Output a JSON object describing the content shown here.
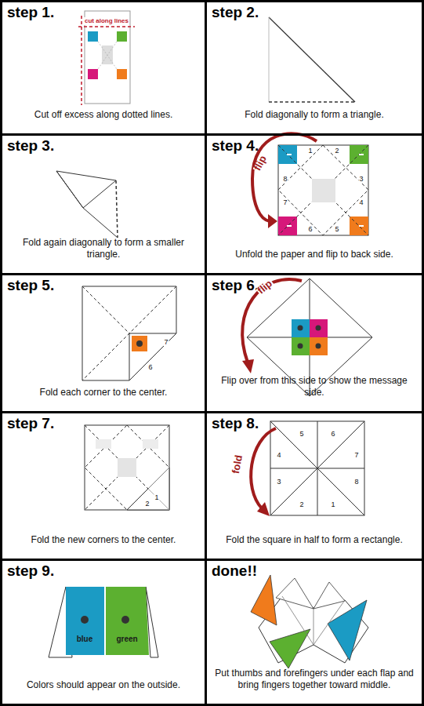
{
  "diagram": {
    "nodes": [
      {
        "text": [
          "step 1.",
          "Cut off excess along dotted lines."
        ]
      },
      {
        "text": [
          "step 2.",
          "Fold diagonally to form a triangle."
        ]
      },
      {
        "text": [
          "step 3.",
          "Fold again diagonally to form a smaller triangle."
        ]
      },
      {
        "text": [
          "step 4.",
          "Unfold the paper and flip to back side."
        ]
      },
      {
        "text": [
          "step 5.",
          "Fold each corner to the center."
        ]
      },
      {
        "text": [
          "step 6.",
          "Flip over from this side to show the message side."
        ]
      },
      {
        "text": [
          "step 7.",
          "Fold the new corners to the center."
        ]
      },
      {
        "text": [
          "step 8.",
          "Fold the square in half to form a rectangle."
        ]
      },
      {
        "text": [
          "step 9.",
          "Colors should appear on the outside."
        ]
      },
      {
        "text": [
          "done!!",
          "Put thumbs and forefingers under each flap and bring fingers together toward middle."
        ]
      }
    ],
    "labels": [
      "cut along lines",
      "flip",
      "1",
      "2",
      "3",
      "4",
      "5",
      "6",
      "7",
      "8",
      "7",
      "6",
      "flip",
      "1",
      "2",
      "5",
      "6",
      "4",
      "7",
      "3",
      "8",
      "2",
      "1",
      "fold",
      "blue",
      "green"
    ]
  }
}
